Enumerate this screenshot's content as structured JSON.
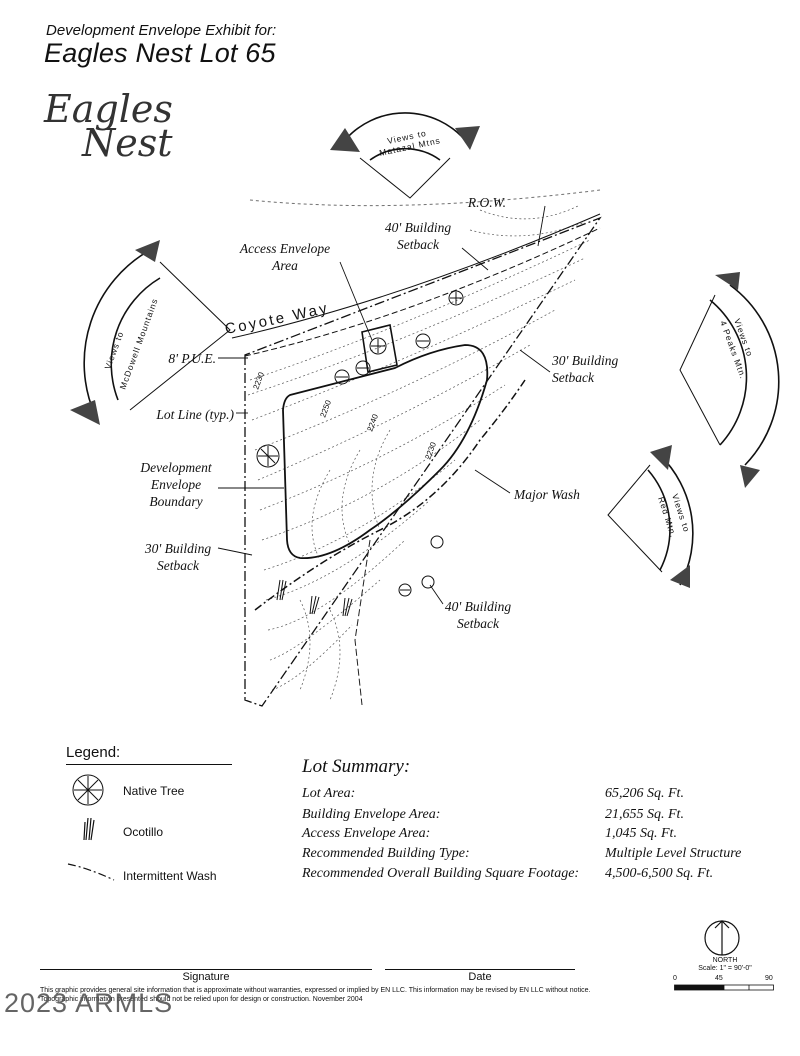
{
  "header": {
    "subtitle": "Development Envelope Exhibit for:",
    "title": "Eagles Nest Lot 65",
    "logo_line1": "Eagles",
    "logo_line2": "Nest"
  },
  "views": [
    {
      "line1": "Views to",
      "line2": "Matazal Mtns"
    },
    {
      "line1": "Views to",
      "line2": "McDowell Mountains"
    },
    {
      "line1": "Views to",
      "line2": "4 Peaks Mtn."
    },
    {
      "line1": "Views to",
      "line2": "Red Mtn."
    }
  ],
  "road": {
    "name": "Coyote Way",
    "row": "R.O.W."
  },
  "callouts": {
    "setback_40_top_1": "40' Building",
    "setback_40_top_2": "Setback",
    "access_1": "Access Envelope",
    "access_2": "Area",
    "pue": "8' P.U.E.",
    "setback_30_right_1": "30' Building",
    "setback_30_right_2": "Setback",
    "lot_line": "Lot Line (typ.)",
    "dev_1": "Development",
    "dev_2": "Envelope",
    "dev_3": "Boundary",
    "major_wash": "Major Wash",
    "setback_30_left_1": "30' Building",
    "setback_30_left_2": "Setback",
    "setback_40_bottom_1": "40' Building",
    "setback_40_bottom_2": "Setback"
  },
  "contours": {
    "c1": "2230",
    "c2": "2250",
    "c3": "2240",
    "c4": "2230"
  },
  "legend": {
    "title": "Legend:",
    "items": [
      "Native Tree",
      "Ocotillo",
      "Intermittent Wash"
    ]
  },
  "lot_summary": {
    "title": "Lot Summary:",
    "rows": [
      {
        "label": "Lot Area:",
        "value": "65,206 Sq. Ft."
      },
      {
        "label": "Building Envelope Area:",
        "value": "21,655 Sq. Ft."
      },
      {
        "label": "Access Envelope Area:",
        "value": "1,045 Sq. Ft."
      },
      {
        "label": "Recommended Building Type:",
        "value": "Multiple Level Structure"
      },
      {
        "label": "Recommended Overall Building Square Footage:",
        "value": "4,500-6,500 Sq. Ft."
      }
    ]
  },
  "signature": {
    "signature_label": "Signature",
    "date_label": "Date"
  },
  "disclaimer": "This graphic provides general site information that is approximate without warranties, expressed or implied by EN LLC. This information may be revised by EN LLC without notice. Topographic information presented should not be relied upon for design or construction. November 2004",
  "north": {
    "label": "NORTH",
    "scale": "Scale: 1\" = 90'-0\"",
    "ticks": [
      "0",
      "45",
      "90"
    ]
  },
  "watermark": "2023 ARMLS"
}
